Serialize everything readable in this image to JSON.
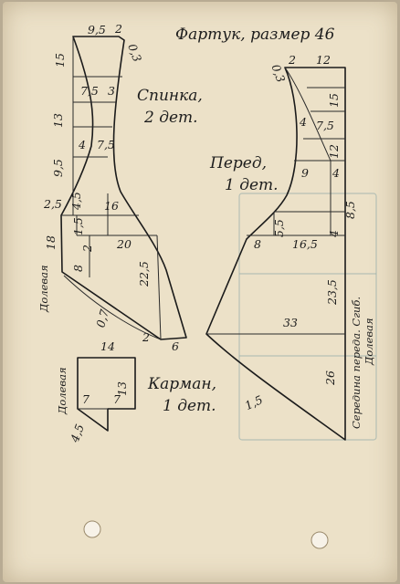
{
  "title": "Фартук, размер 46",
  "back": {
    "name_line1": "Спинка,",
    "name_line2": "2 дет.",
    "dims": {
      "top_w": "9,5",
      "top_a": "2",
      "top_b": "0,3",
      "h15": "15",
      "w75": "7,5",
      "w3": "3",
      "h13": "13",
      "w4": "4",
      "w75b": "7,5",
      "h95": "9,5",
      "w25": "2,5",
      "w45": "4,5",
      "w16": "16",
      "h15s": "1,5",
      "h2": "2",
      "w20": "20",
      "h18": "18",
      "h8": "8",
      "h225": "22,5",
      "d07": "0,7",
      "b2": "2",
      "b6": "6"
    },
    "grain": "Долевая"
  },
  "front": {
    "name_line1": "Перед,",
    "name_line2": "1 дет.",
    "dims": {
      "t03": "0,3",
      "t2": "2",
      "t12": "12",
      "h15": "15",
      "w4": "4",
      "w75": "7,5",
      "h12": "12",
      "w9": "9",
      "w4b": "4",
      "h85": "8,5",
      "h55": "5,5",
      "h4": "4",
      "w8": "8",
      "w165": "16,5",
      "h235": "23,5",
      "w33": "33",
      "h26": "26",
      "d15": "1,5"
    },
    "fold": "Середина переда. Сгиб.",
    "grain": "Долевая"
  },
  "pocket": {
    "name_line1": "Карман,",
    "name_line2": "1 дет.",
    "dims": {
      "w14": "14",
      "h13": "13",
      "a7": "7",
      "b7": "7",
      "d45": "4,5"
    },
    "grain": "Долевая"
  }
}
